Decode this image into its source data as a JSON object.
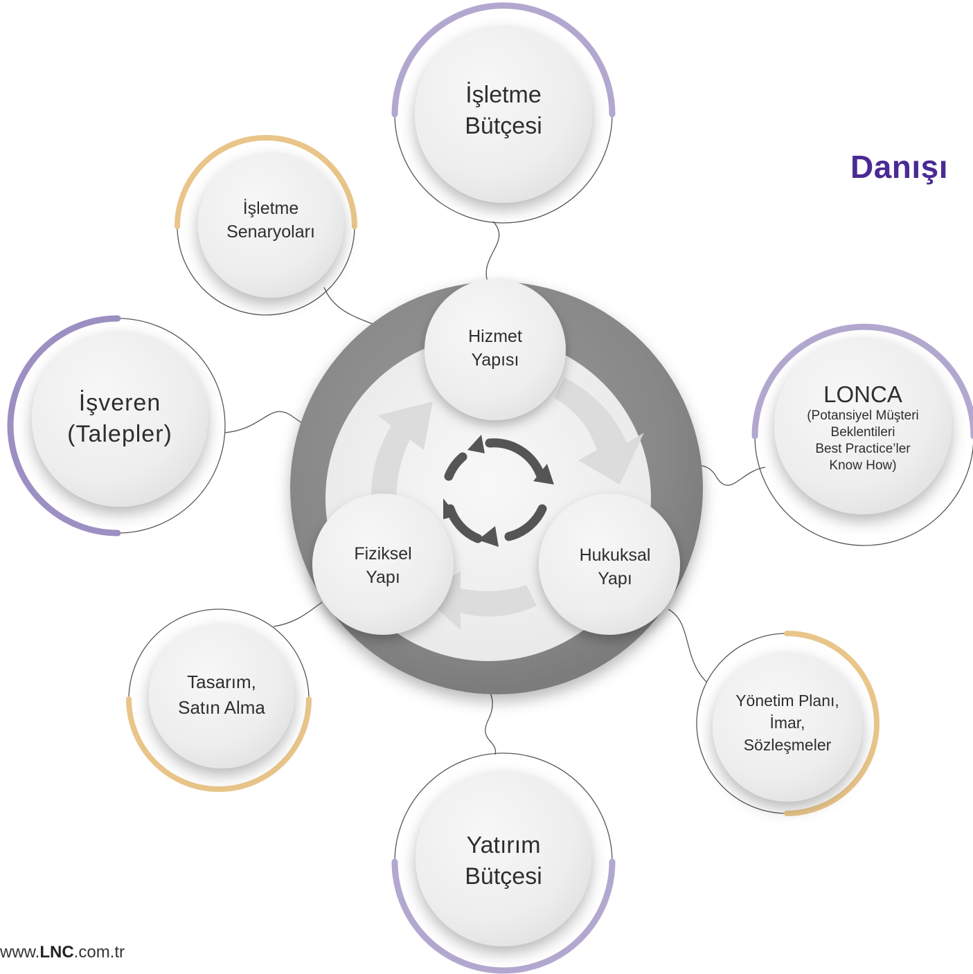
{
  "title": "Danışı",
  "footer": {
    "prefix": "www.",
    "brand": "LNC",
    "suffix": ".com.tr"
  },
  "nodes": {
    "isletme_butcesi": [
      "İşletme",
      "Bütçesi"
    ],
    "isletme_senaryolari": [
      "İşletme",
      "Senaryoları"
    ],
    "isveren": [
      "İşveren",
      "(Talepler)"
    ],
    "lonca_title": "LONCA",
    "lonca_details": [
      "(Potansiyel Müşteri",
      "Beklentileri",
      "Best Practice’ler",
      "Know How)"
    ],
    "yonetim": [
      "Yönetim Planı,",
      "İmar,",
      "Sözleşmeler"
    ],
    "yatirim_butcesi": [
      "Yatırım",
      "Bütçesi"
    ],
    "tasarim": [
      "Tasarım,",
      "Satın Alma"
    ],
    "hizmet_yapisi": [
      "Hizmet",
      "Yapısı"
    ],
    "fiziksel_yapi": [
      "Fiziksel",
      "Yapı"
    ],
    "hukuksal_yapi": [
      "Hukuksal",
      "Yapı"
    ]
  },
  "colors": {
    "purple": "#b2a8cf",
    "purple_dark": "#9c8fc2",
    "gold": "#e9c58a",
    "title": "#4a2a95"
  }
}
